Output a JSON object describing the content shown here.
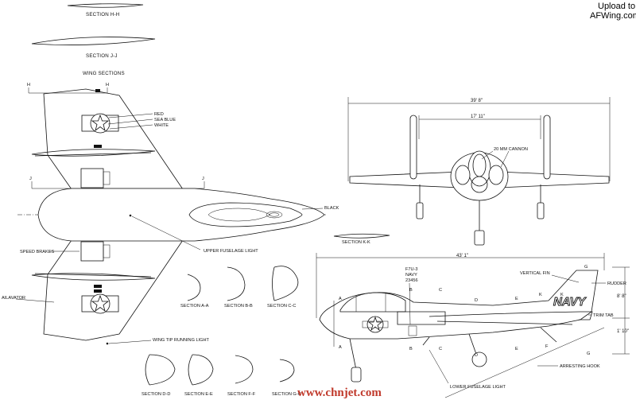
{
  "watermark": {
    "line1": "Upload to",
    "line2": "AFWing.com",
    "site": "www.chnjet.com"
  },
  "sections": {
    "hh": "SECTION H-H",
    "jj": "SECTION J-J",
    "wing_sections": "WING SECTIONS",
    "kk": "SECTION K-K",
    "aa": "SECTION A-A",
    "bb": "SECTION B-B",
    "cc": "SECTION C-C",
    "dd": "SECTION D-D",
    "ee": "SECTION E-E",
    "ff": "SECTION F-F",
    "gg": "SECTION G-G"
  },
  "section_marks": {
    "h": "H",
    "j": "J",
    "a": "A",
    "b": "B",
    "c": "C",
    "d": "D",
    "e": "E",
    "f": "F",
    "g": "G",
    "k": "K"
  },
  "callouts": {
    "red": "RED",
    "sea_blue": "SEA BLUE",
    "white": "WHITE",
    "black": "BLACK",
    "speed_brakes": "SPEED BRAKES",
    "upper_fuselage_light": "UPPER FUSELAGE LIGHT",
    "ailavator": "AILAVATOR",
    "wing_tip_running_light": "WING TIP RUNNING LIGHT",
    "cannon": "20 MM CANNON",
    "vertical_fin": "VERTICAL FIN",
    "rudder": "RUDDER",
    "trim_tab": "TRIM TAB",
    "arresting_hook": "ARRESTING HOOK",
    "lower_fuselage_light": "LOWER FUSELAGE LIGHT"
  },
  "markings": {
    "model": "F7U-3",
    "service": "NAVY",
    "serial": "23456",
    "tail": "NAVY"
  },
  "dimensions": {
    "span": "39' 8\"",
    "track": "17' 11\"",
    "length": "43' 1\"",
    "height": "8' 8\"",
    "gear": "1' 10\""
  }
}
